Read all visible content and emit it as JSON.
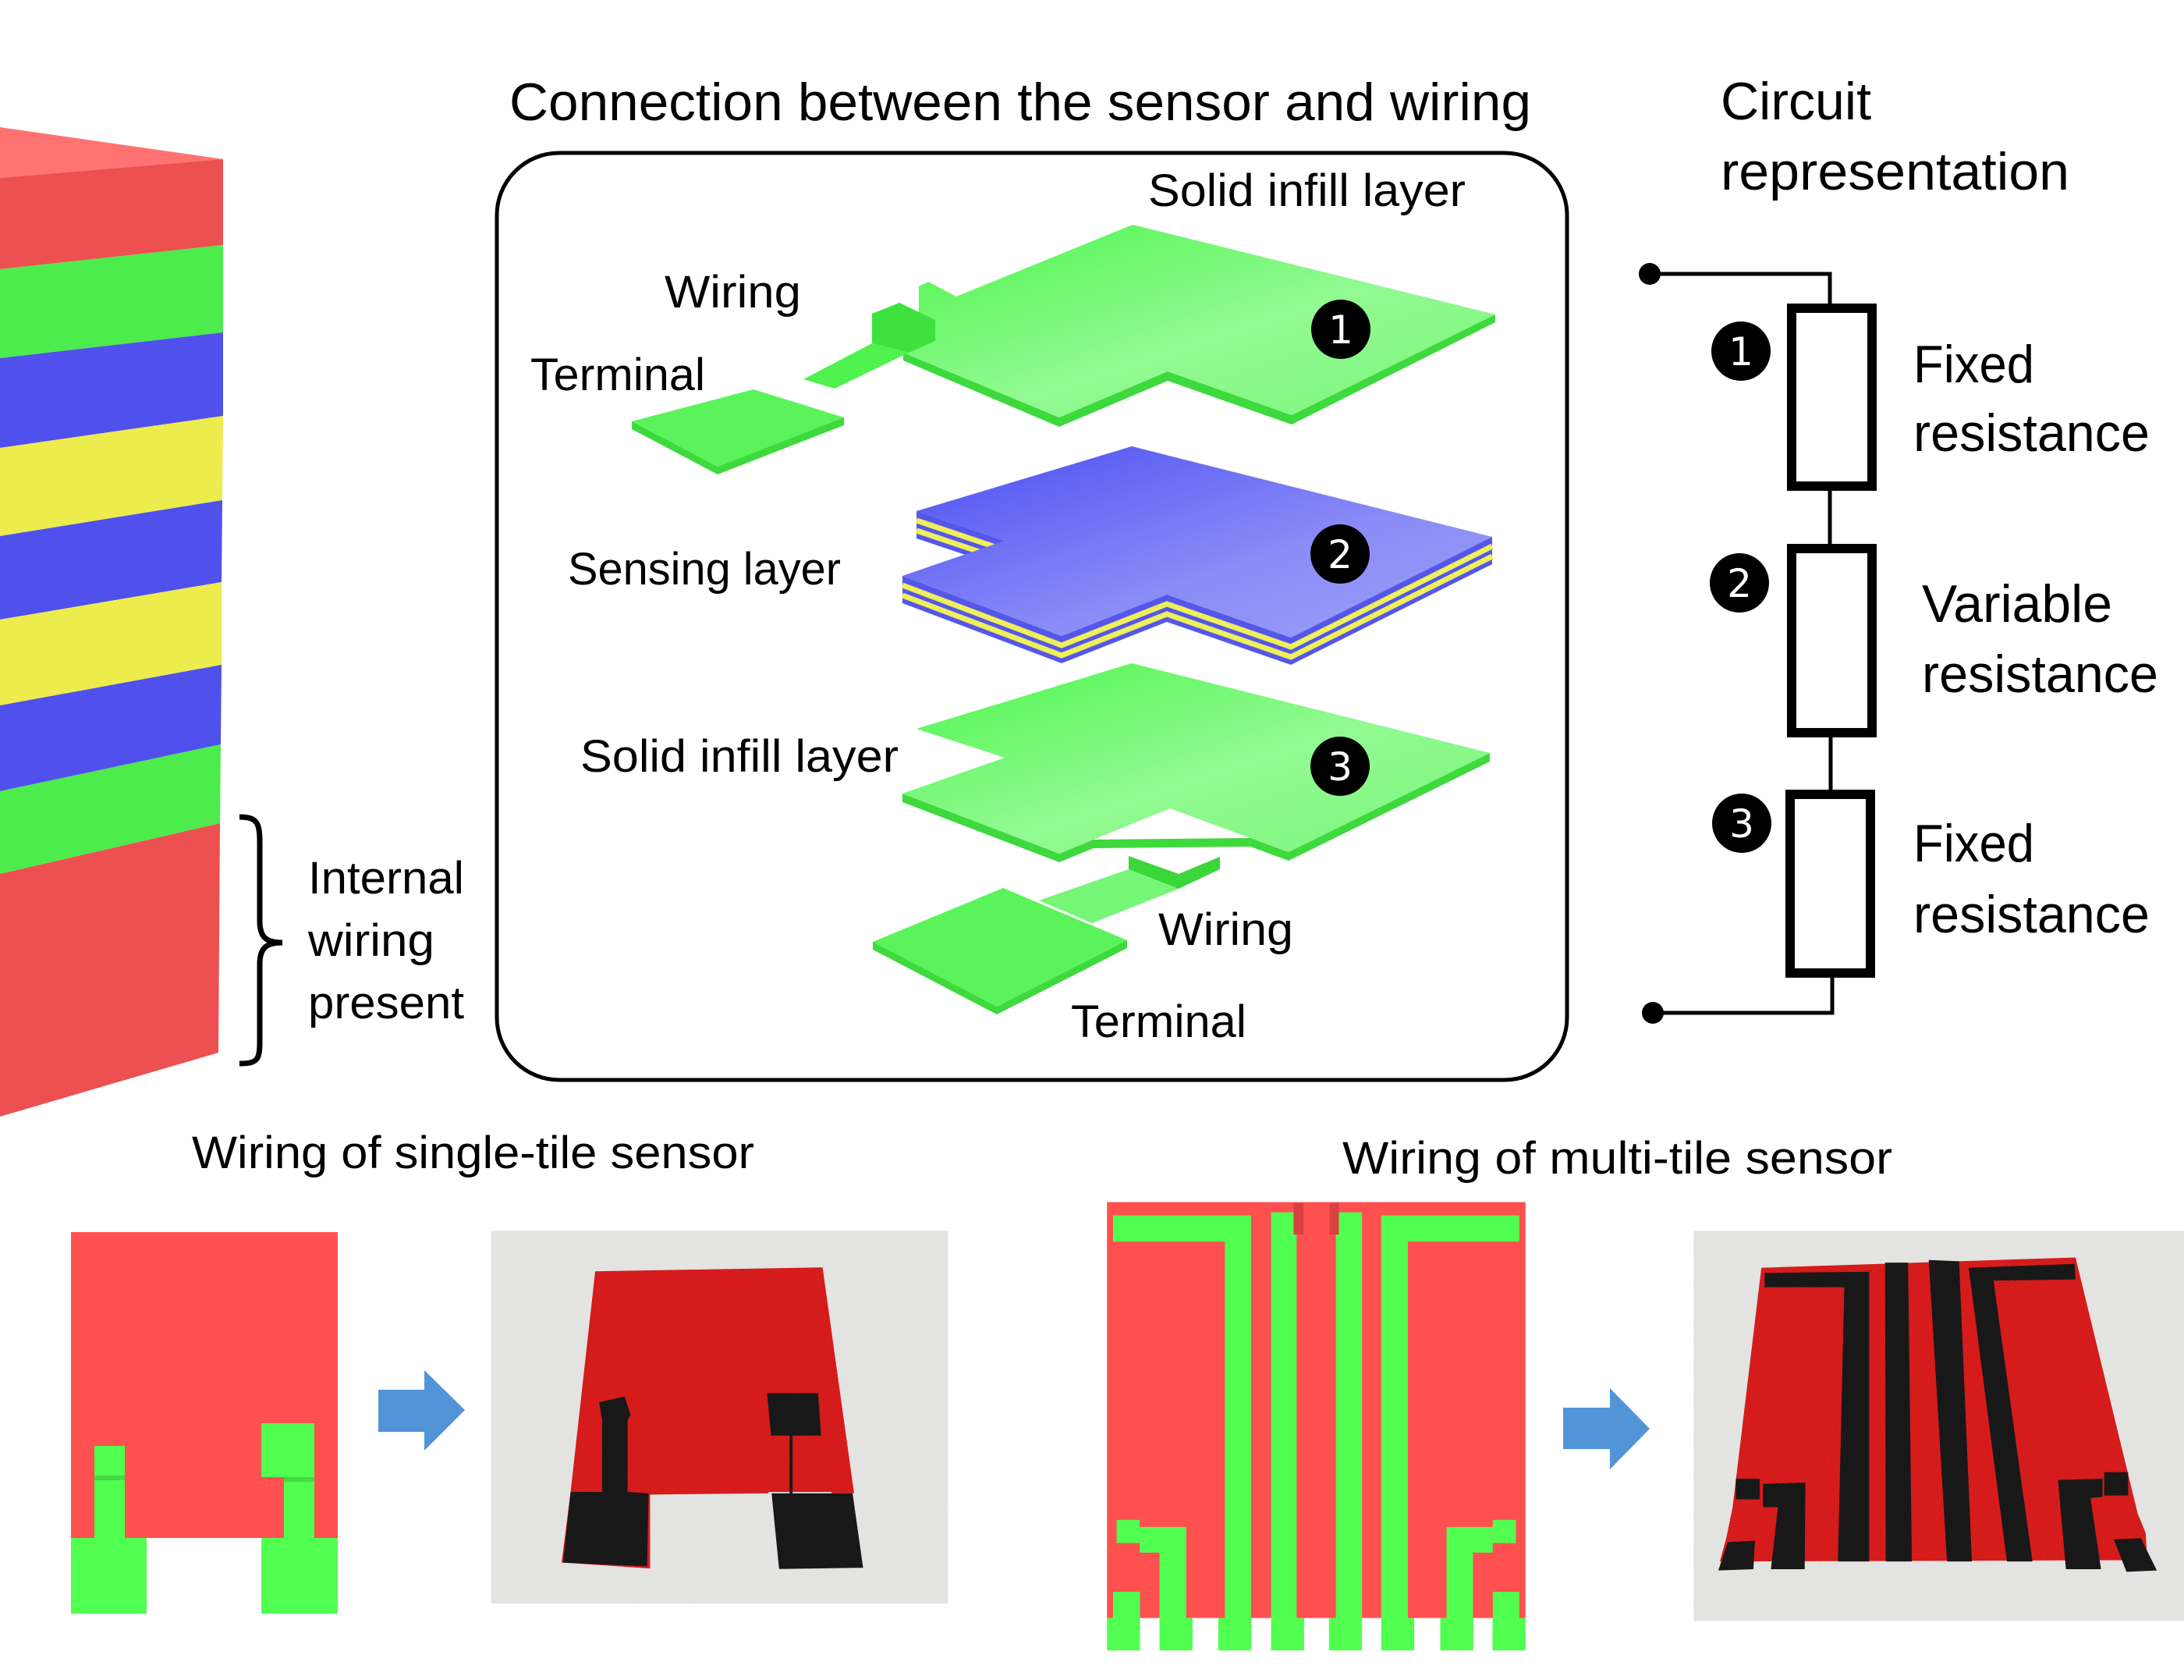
{
  "figure": {
    "colors": {
      "stack_red": "#EC5050",
      "stack_top": "#FF7272",
      "stack_green": "#4DEC4D",
      "stack_blue": "#5050EC",
      "stack_yellow": "#ECEC4D",
      "render_green": "#50FF50",
      "render_red": "#FF5050",
      "sensing_blue": "#6F70F5",
      "photo_red": "#C81414",
      "photo_black": "#141414",
      "photo_bg": "#E2E2E0",
      "arrow_blue": "#5294D8",
      "badge_black": "#000000",
      "line_black": "#000000"
    },
    "layer_stack": {
      "layers_top_to_bottom": [
        "red",
        "green",
        "blue",
        "yellow",
        "blue",
        "yellow",
        "blue",
        "green",
        "red"
      ],
      "brace_label_lines": [
        "Internal",
        "wiring",
        "present"
      ]
    },
    "connection_panel": {
      "title": "Connection between the sensor and wiring",
      "layer1": {
        "badge": "1",
        "label": "Solid infill layer",
        "wiring_label": "Wiring",
        "terminal_label": "Terminal"
      },
      "layer2": {
        "badge": "2",
        "label": "Sensing layer"
      },
      "layer3": {
        "badge": "3",
        "label": "Solid infill layer",
        "wiring_label": "Wiring",
        "terminal_label": "Terminal"
      }
    },
    "circuit": {
      "title_lines": [
        "Circuit",
        "representation"
      ],
      "resistors": [
        {
          "badge": "1",
          "label_lines": [
            "Fixed",
            "resistance"
          ]
        },
        {
          "badge": "2",
          "label_lines": [
            "Variable",
            "resistance"
          ]
        },
        {
          "badge": "3",
          "label_lines": [
            "Fixed",
            "resistance"
          ]
        }
      ]
    },
    "single_tile": {
      "title": "Wiring of single-tile sensor"
    },
    "multi_tile": {
      "title": "Wiring of multi-tile sensor"
    }
  }
}
